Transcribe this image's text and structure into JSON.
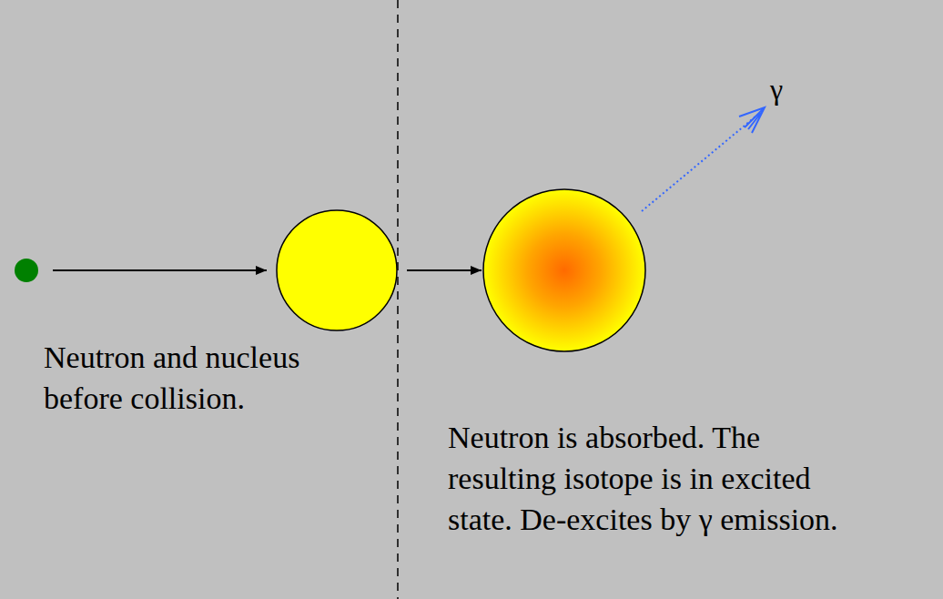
{
  "diagram": {
    "labels": [
      "Neutron and nucleus before collision.",
      "Neutron is absorbed. The resulting isotope is in excited state. De-excites by γ emission.",
      "γ"
    ]
  }
}
